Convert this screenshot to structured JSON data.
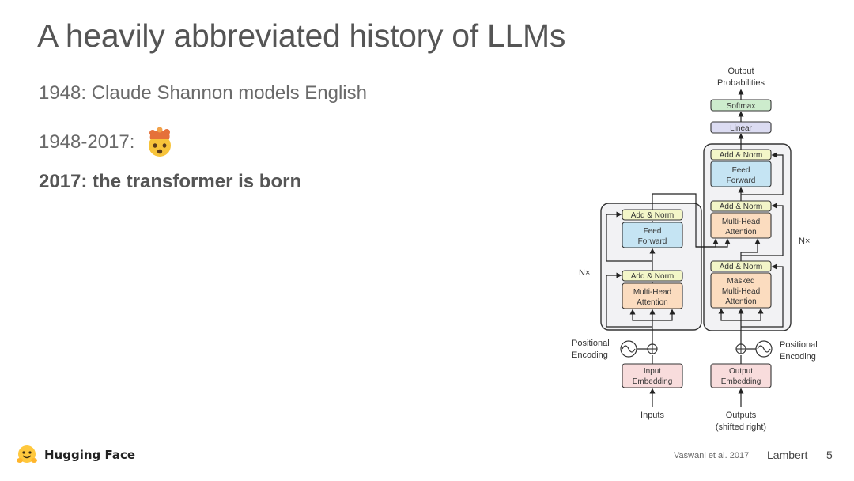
{
  "slide": {
    "title": "A heavily abbreviated history of LLMs",
    "bullets": [
      "1948: Claude Shannon models English",
      "1948-2017:",
      "2017: the transformer is born"
    ]
  },
  "diagram": {
    "top_output": [
      "Output",
      "Probabilities"
    ],
    "softmax": "Softmax",
    "linear": "Linear",
    "add_norm": "Add & Norm",
    "feed_forward": [
      "Feed",
      "Forward"
    ],
    "multi_head_attention": [
      "Multi-Head",
      "Attention"
    ],
    "masked_multi_head_attention": [
      "Masked",
      "Multi-Head",
      "Attention"
    ],
    "nx": "N×",
    "positional_encoding": [
      "Positional",
      "Encoding"
    ],
    "input_embedding": [
      "Input",
      "Embedding"
    ],
    "output_embedding": [
      "Output",
      "Embedding"
    ],
    "inputs": "Inputs",
    "outputs": [
      "Outputs",
      "(shifted right)"
    ],
    "colors": {
      "add_norm_fill": "#f3f6c8",
      "feed_forward_fill": "#c5e4f3",
      "attention_fill": "#fbdcbf",
      "embedding_fill": "#f8dcdc",
      "softmax_fill": "#cdeccd",
      "linear_fill": "#dcdcf2",
      "block_bg": "#f2f2f4"
    }
  },
  "footer": {
    "brand": "Hugging Face",
    "citation": "Vaswani et al. 2017",
    "author": "Lambert",
    "page": "5"
  }
}
